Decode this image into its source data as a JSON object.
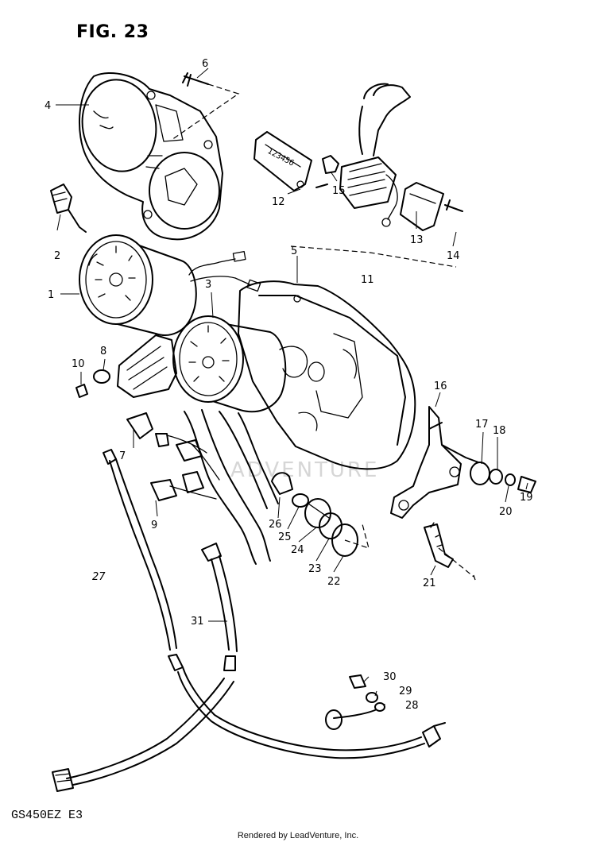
{
  "figure": {
    "title": "FIG. 23",
    "model": "GS450EZ  E3",
    "credit": "Rendered by LeadVenture, Inc.",
    "watermark": "ADVENTURE"
  },
  "callouts": [
    "1",
    "2",
    "3",
    "4",
    "5",
    "6",
    "7",
    "8",
    "9",
    "10",
    "11",
    "12",
    "13",
    "14",
    "15",
    "16",
    "17",
    "18",
    "19",
    "20",
    "21",
    "22",
    "23",
    "24",
    "25",
    "26",
    "27",
    "28",
    "29",
    "30",
    "31"
  ],
  "parts": {
    "instrument_cover": "4",
    "speedometer": "1",
    "tachometer": "3",
    "rear_case": "5",
    "screw_cover": "6",
    "reset_knob": "2",
    "indicator_assembly": "11",
    "bracket": "16",
    "speedo_cable": "27",
    "tacho_cable": "31"
  }
}
